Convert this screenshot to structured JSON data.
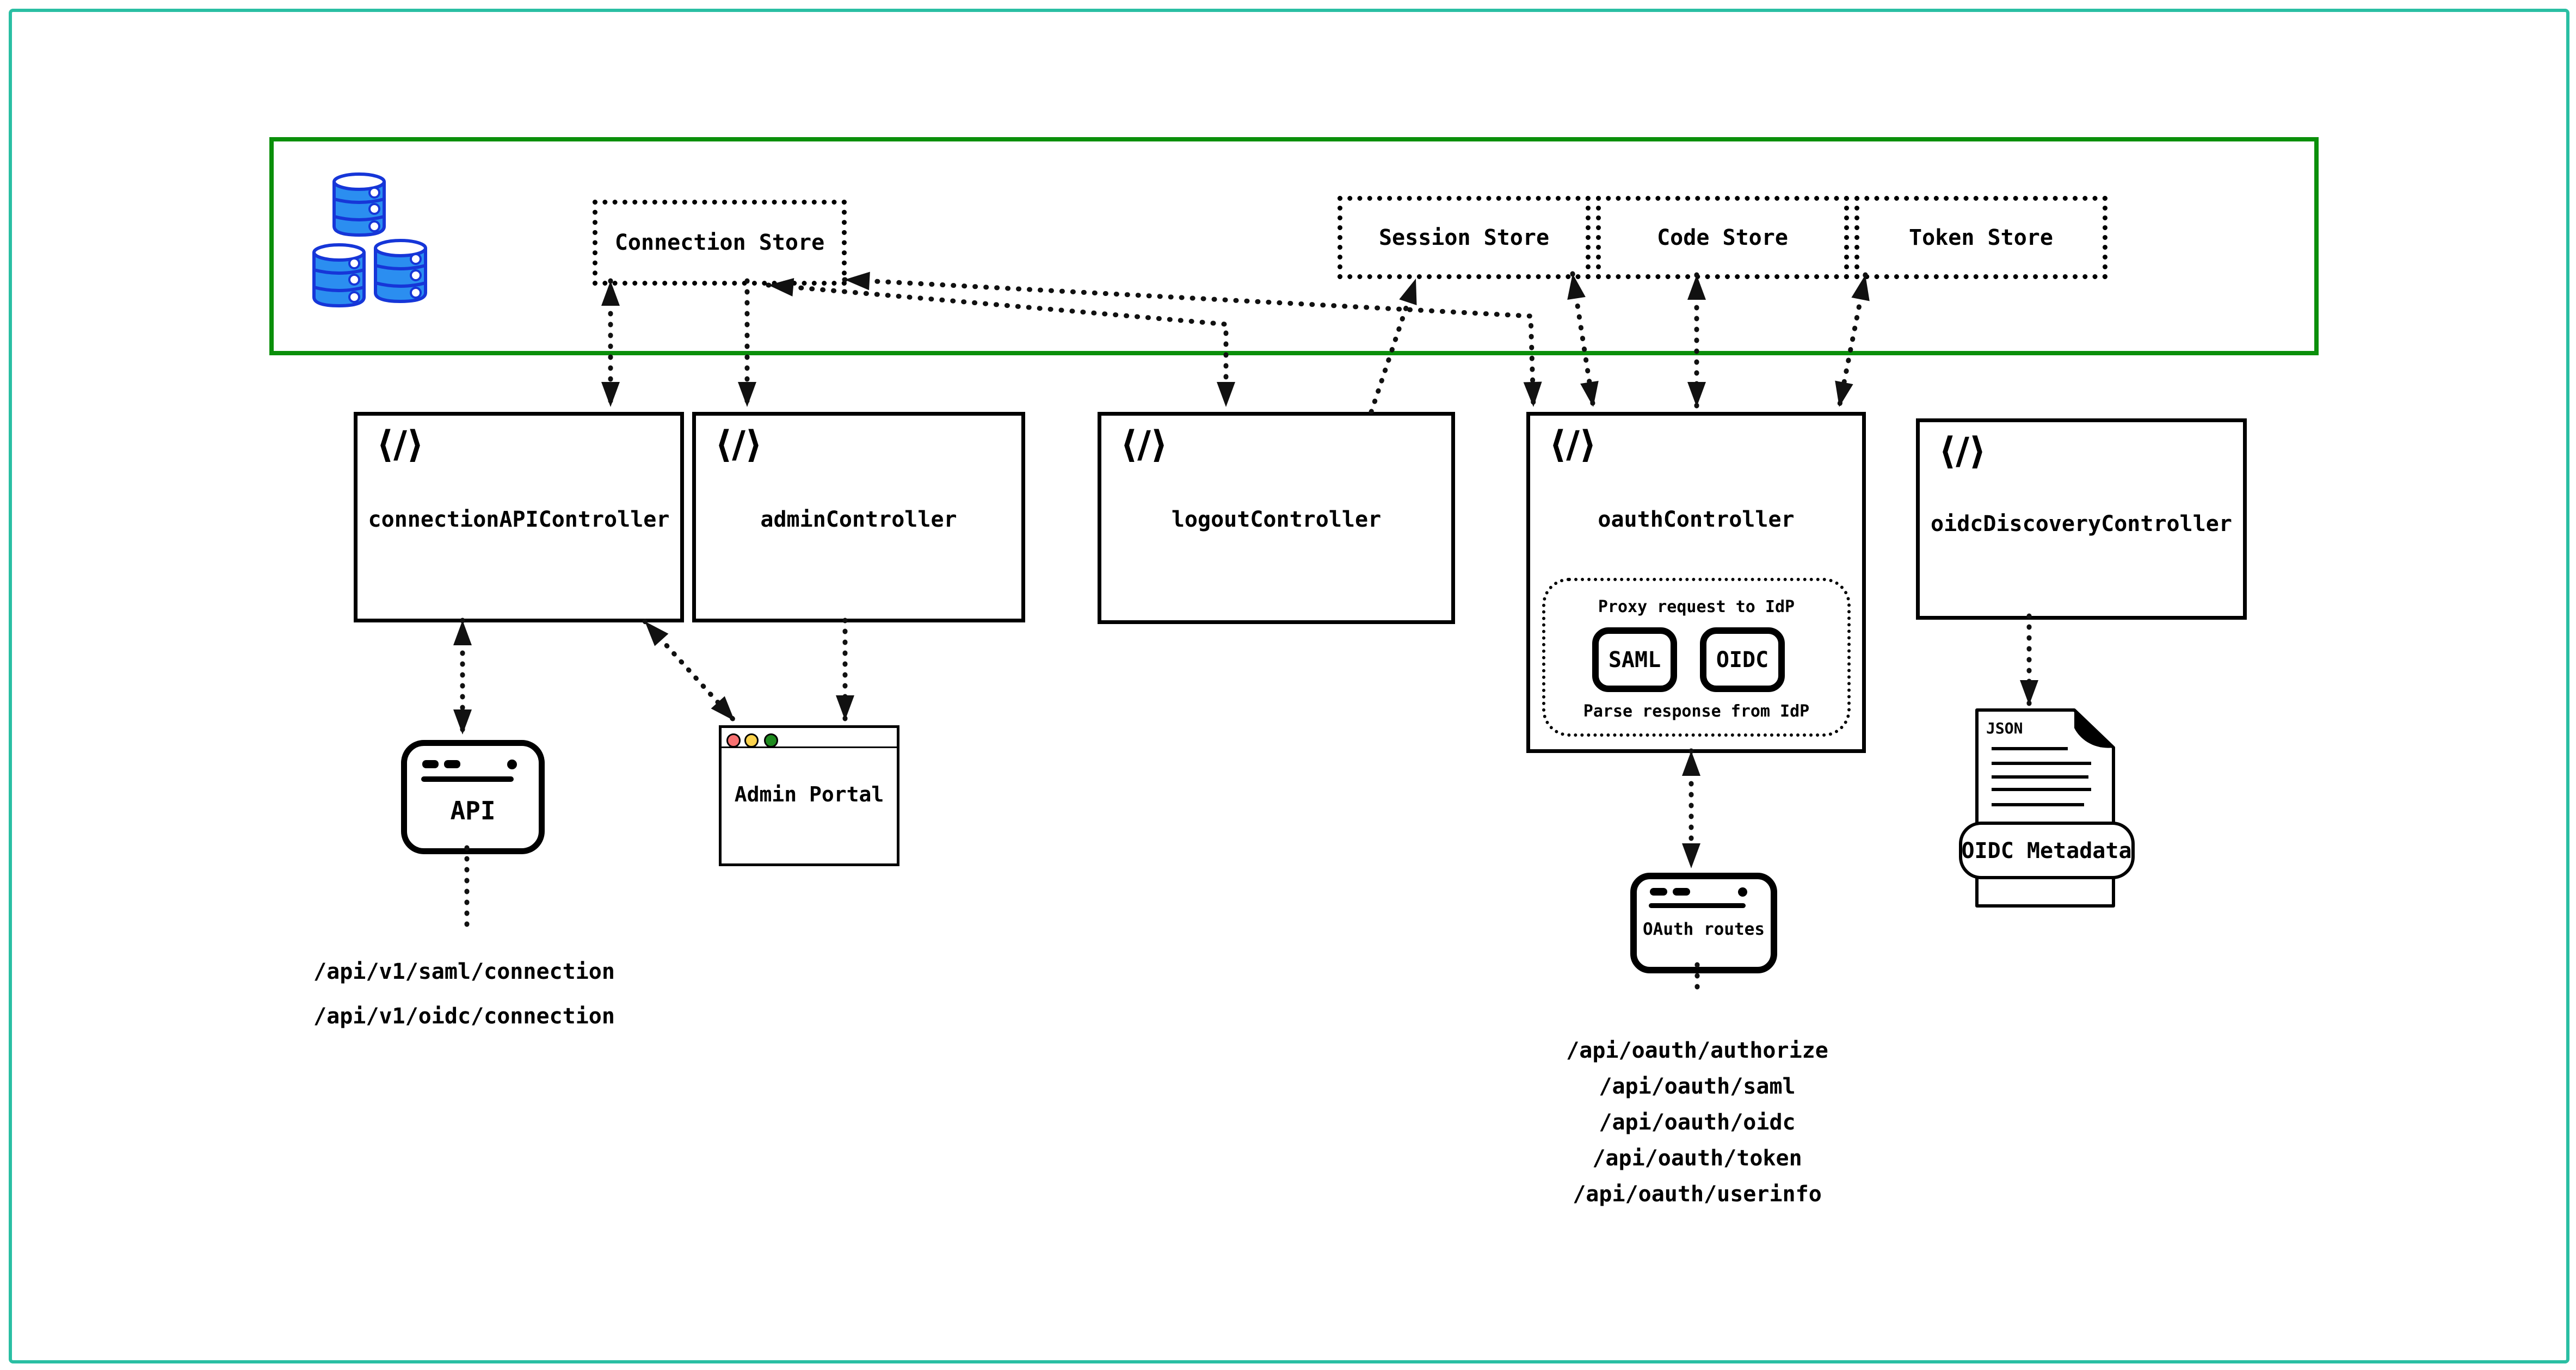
{
  "colors": {
    "frame_teal": "#2abfa3",
    "zone_green": "#0a8f0a",
    "barrel_fill": "#2b8ef0",
    "barrel_stroke": "#1636d8",
    "traffic_red": "#f87171",
    "traffic_yellow": "#fcd34d",
    "traffic_green": "#1e8a1e"
  },
  "code_icon_glyph": "⟨/⟩",
  "data_zone": {
    "stores": [
      {
        "label": "Connection Store"
      },
      {
        "label": "Session Store"
      },
      {
        "label": "Code Store"
      },
      {
        "label": "Token Store"
      }
    ]
  },
  "controllers": [
    {
      "label": "connectionAPIController"
    },
    {
      "label": "adminController"
    },
    {
      "label": "logoutController"
    },
    {
      "label": "oauthController"
    },
    {
      "label": "oidcDiscoveryController"
    }
  ],
  "oauth_internal": {
    "proxy_label": "Proxy request to IdP",
    "parse_label": "Parse response from IdP",
    "protocols": [
      "SAML",
      "OIDC"
    ]
  },
  "api_window": {
    "label": "API",
    "routes": [
      "/api/v1/saml/connection",
      "/api/v1/oidc/connection"
    ]
  },
  "admin_portal_window": {
    "label": "Admin Portal"
  },
  "oauth_routes_window": {
    "label": "OAuth routes",
    "routes": [
      "/api/oauth/authorize",
      "/api/oauth/saml",
      "/api/oauth/oidc",
      "/api/oauth/token",
      "/api/oauth/userinfo"
    ]
  },
  "oidc_metadata": {
    "file_type_label": "JSON",
    "banner_label": "OIDC Metadata"
  }
}
